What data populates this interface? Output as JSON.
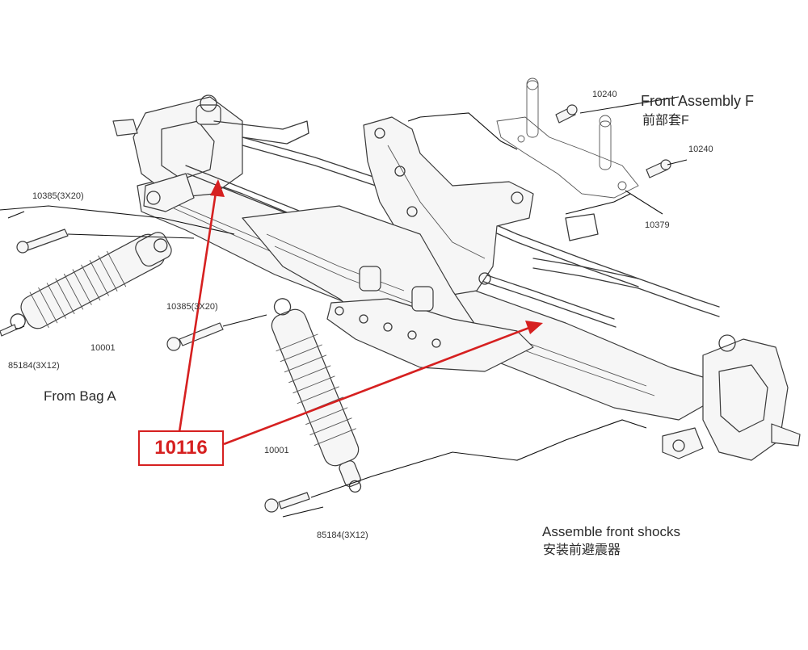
{
  "titles": {
    "front_assembly": "Front Assembly F",
    "front_assembly_cn": "前部套F",
    "from_bag": "From Bag A",
    "assemble_shocks": "Assemble front shocks",
    "assemble_shocks_cn": "安装前避震器"
  },
  "callout": {
    "part_number": "10116"
  },
  "part_labels": {
    "screw_10240_top": "10240",
    "screw_10240_right": "10240",
    "mount_10379": "10379",
    "screw_10385_left": "10385(3X20)",
    "screw_10385_center": "10385(3X20)",
    "shock_10001_left": "10001",
    "shock_10001_center": "10001",
    "screw_85184_left": "85184(3X12)",
    "screw_85184_bottom": "85184(3X12)"
  },
  "colors": {
    "callout": "#d62020",
    "ink": "#3a3a3a"
  }
}
